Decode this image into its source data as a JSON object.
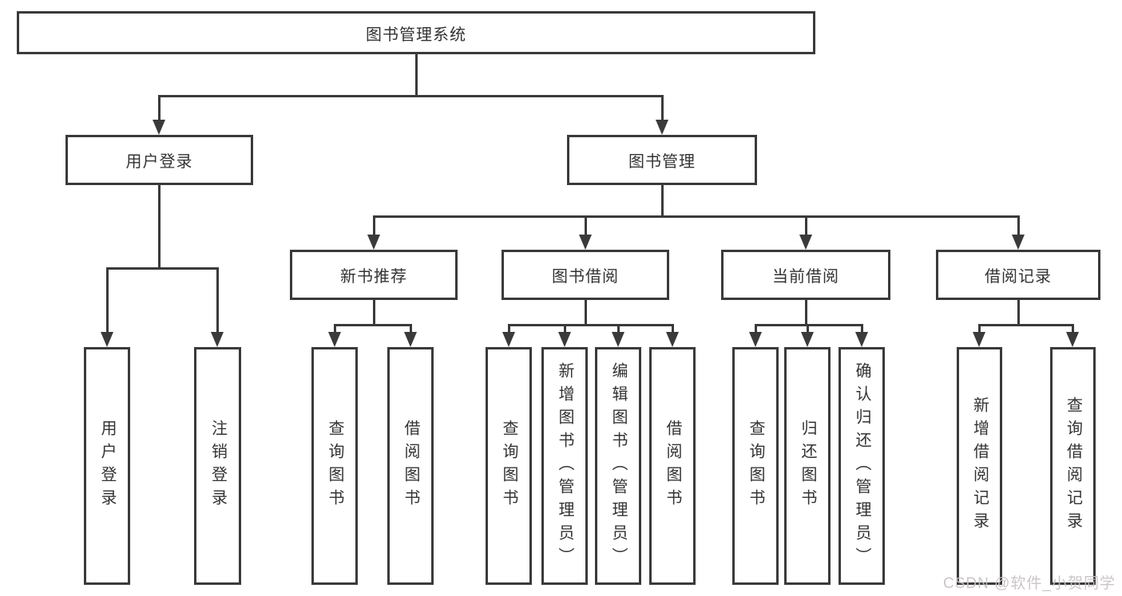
{
  "diagram": {
    "root": {
      "label": "图书管理系统"
    },
    "branches": [
      {
        "label": "用户登录",
        "children": [
          "用户登录",
          "注销登录"
        ]
      },
      {
        "label": "图书管理",
        "children": [
          {
            "label": "新书推荐",
            "children": [
              "查询图书",
              "借阅图书"
            ]
          },
          {
            "label": "图书借阅",
            "children": [
              "查询图书",
              "新增图书（管理员）",
              "编辑图书（管理员）",
              "借阅图书"
            ]
          },
          {
            "label": "当前借阅",
            "children": [
              "查询图书",
              "归还图书",
              "确认归还（管理员）"
            ]
          },
          {
            "label": "借阅记录",
            "children": [
              "新增借阅记录",
              "查询借阅记录"
            ]
          }
        ]
      }
    ]
  },
  "watermark": "CSDN @软件_小贺同学",
  "colors": {
    "line": "#3a3a3a",
    "text": "#333333",
    "watermark": "#c7c1c4",
    "background": "#ffffff"
  }
}
